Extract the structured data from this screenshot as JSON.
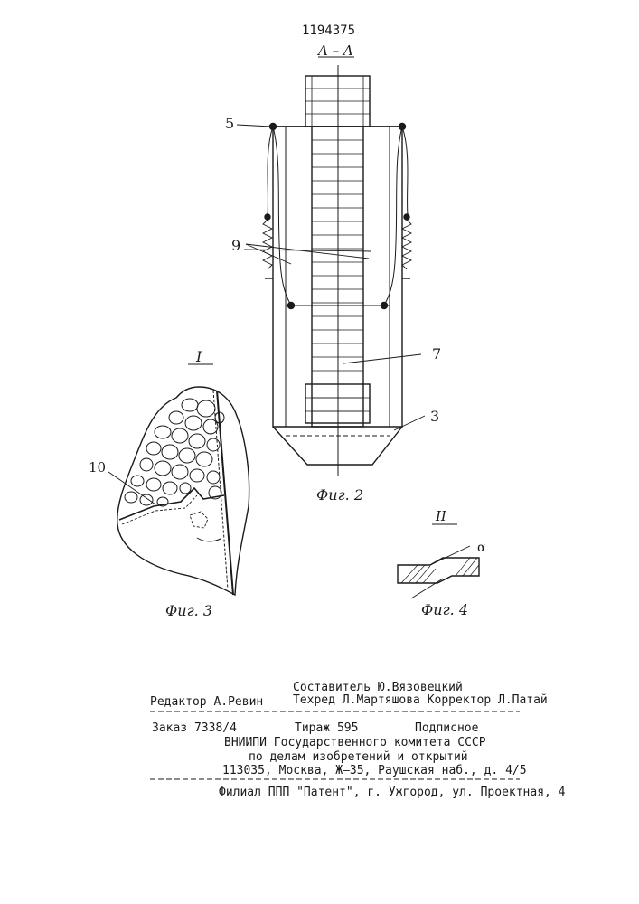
{
  "header": {
    "patent_number": "1194375"
  },
  "figure2": {
    "section_label": "A – A",
    "callouts": [
      "5",
      "9",
      "7",
      "3"
    ],
    "caption": "Фиг. 2"
  },
  "figure3": {
    "detail_label": "I",
    "callouts": [
      "10"
    ],
    "caption": "Фиг. 3"
  },
  "figure4": {
    "detail_label": "II",
    "angle_label": "α",
    "caption": "Фиг. 4"
  },
  "imprint": {
    "compiler": "Составитель Ю.Вязовецкий",
    "editor": "Редактор А.Ревин",
    "techred_corrector": "Техред Л.Мартяшова Корректор Л.Патай",
    "order": "Заказ 7338/4",
    "print_run": "Тираж 595",
    "subscription": "Подписное",
    "org_line1": "ВНИИПИ Государственного комитета СССР",
    "org_line2": "по делам изобретений и открытий",
    "address": "113035, Москва, Ж–35, Раушская наб., д. 4/5",
    "branch": "Филиал ППП \"Патент\", г. Ужгород, ул. Проектная, 4"
  }
}
